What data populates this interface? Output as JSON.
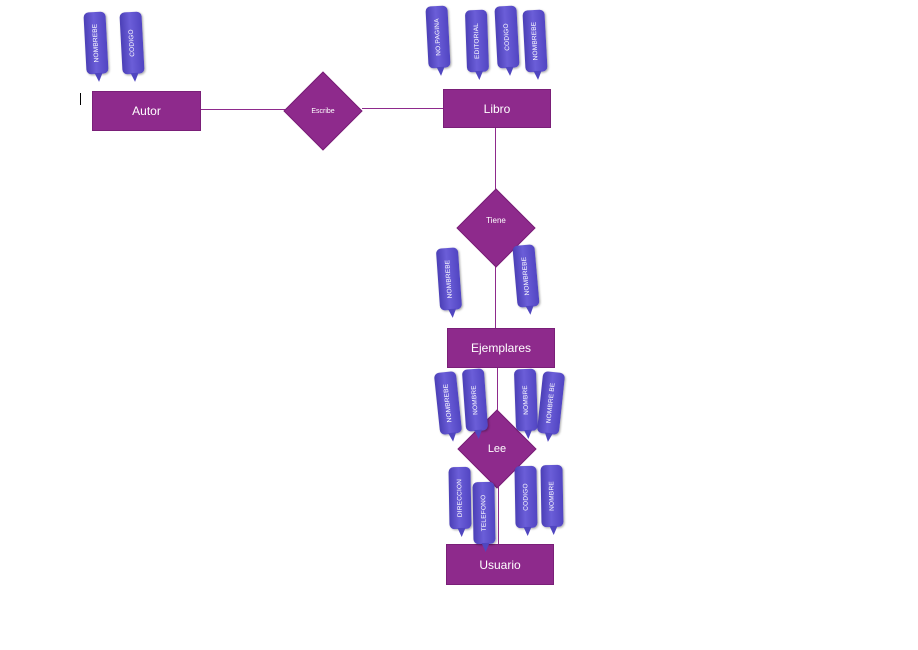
{
  "entities": {
    "autor": "Autor",
    "libro": "Libro",
    "ejemplares": "Ejemplares",
    "usuario": "Usuario"
  },
  "relationships": {
    "escribe": "Escribe",
    "tiene": "Tiene",
    "lee": "Lee"
  },
  "attributes": {
    "autor": [
      "NOMBREBE",
      "CODIGO"
    ],
    "libro": [
      "NO.PAGINA",
      "EDITORIAL",
      "CODIGO",
      "NOMBREBE"
    ],
    "tiene": [
      "NOMBREBE",
      "NOMBREBE"
    ],
    "ejemplares": [
      "NOMBREBE",
      "NOMBRE",
      "NOMBRE",
      "NOMBRE BE"
    ],
    "usuario": [
      "DIRECCION",
      "TELEFONO",
      "CODIGO",
      "NOMBRE"
    ]
  },
  "colors": {
    "entity": "#8e2a8c",
    "attribute": "#5a4ec8",
    "line": "#8e2a8c"
  }
}
